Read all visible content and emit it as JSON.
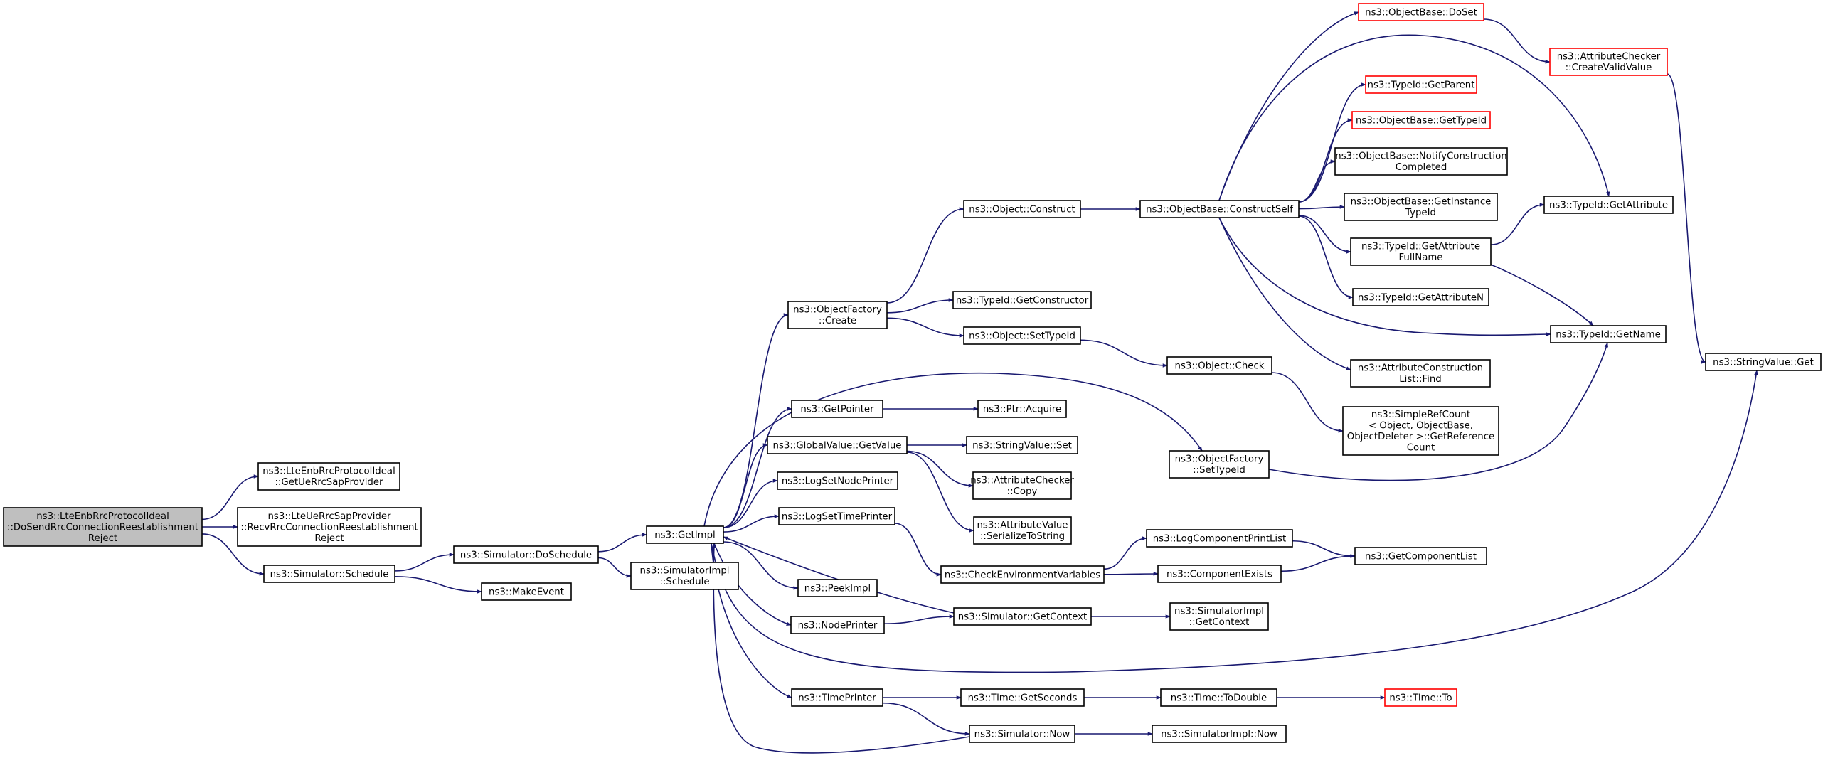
{
  "colors": {
    "edge": "#191970",
    "node_border": "#000000",
    "node_border_external": "#ff0000",
    "node_fill": "#ffffff",
    "root_fill": "#bfbfbf",
    "text": "#000000"
  },
  "nodes": [
    {
      "id": "root",
      "lines": [
        "ns3::LteEnbRrcProtocolIdeal",
        "::DoSendRrcConnectionReestablishment",
        "Reject"
      ],
      "role": "root"
    },
    {
      "id": "getUeRrcSapProvider",
      "lines": [
        "ns3::LteEnbRrcProtocolIdeal",
        "::GetUeRrcSapProvider"
      ]
    },
    {
      "id": "recvRrcConnReestReject",
      "lines": [
        "ns3::LteUeRrcSapProvider",
        "::RecvRrcConnectionReestablishment",
        "Reject"
      ]
    },
    {
      "id": "simSchedule",
      "lines": [
        "ns3::Simulator::Schedule"
      ]
    },
    {
      "id": "doSchedule",
      "lines": [
        "ns3::Simulator::DoSchedule"
      ]
    },
    {
      "id": "makeEvent",
      "lines": [
        "ns3::MakeEvent"
      ]
    },
    {
      "id": "getImpl",
      "lines": [
        "ns3::GetImpl"
      ]
    },
    {
      "id": "simImplSchedule",
      "lines": [
        "ns3::SimulatorImpl",
        "::Schedule"
      ]
    },
    {
      "id": "objFactoryCreate",
      "lines": [
        "ns3::ObjectFactory",
        "::Create"
      ]
    },
    {
      "id": "getPointer",
      "lines": [
        "ns3::GetPointer"
      ]
    },
    {
      "id": "globalValueGetValue",
      "lines": [
        "ns3::GlobalValue::GetValue"
      ]
    },
    {
      "id": "logSetNodePrinter",
      "lines": [
        "ns3::LogSetNodePrinter"
      ]
    },
    {
      "id": "logSetTimePrinter",
      "lines": [
        "ns3::LogSetTimePrinter"
      ]
    },
    {
      "id": "peekImpl",
      "lines": [
        "ns3::PeekImpl"
      ]
    },
    {
      "id": "nodePrinter",
      "lines": [
        "ns3::NodePrinter"
      ]
    },
    {
      "id": "timePrinter",
      "lines": [
        "ns3::TimePrinter"
      ]
    },
    {
      "id": "objConstruct",
      "lines": [
        "ns3::Object::Construct"
      ]
    },
    {
      "id": "typeIdGetConstructor",
      "lines": [
        "ns3::TypeId::GetConstructor"
      ]
    },
    {
      "id": "objSetTypeId",
      "lines": [
        "ns3::Object::SetTypeId"
      ]
    },
    {
      "id": "ptrAcquire",
      "lines": [
        "ns3::Ptr::Acquire"
      ]
    },
    {
      "id": "stringValueSet",
      "lines": [
        "ns3::StringValue::Set"
      ]
    },
    {
      "id": "attrCheckerCopy",
      "lines": [
        "ns3::AttributeChecker",
        "::Copy"
      ]
    },
    {
      "id": "attrValueSerialize",
      "lines": [
        "ns3::AttributeValue",
        "::SerializeToString"
      ]
    },
    {
      "id": "checkEnvVars",
      "lines": [
        "ns3::CheckEnvironmentVariables"
      ]
    },
    {
      "id": "simGetContext",
      "lines": [
        "ns3::Simulator::GetContext"
      ]
    },
    {
      "id": "timeGetSeconds",
      "lines": [
        "ns3::Time::GetSeconds"
      ]
    },
    {
      "id": "simNow",
      "lines": [
        "ns3::Simulator::Now"
      ]
    },
    {
      "id": "objBaseConstructSelf",
      "lines": [
        "ns3::ObjectBase::ConstructSelf"
      ]
    },
    {
      "id": "objCheck",
      "lines": [
        "ns3::Object::Check"
      ]
    },
    {
      "id": "objFactorySetTypeId",
      "lines": [
        "ns3::ObjectFactory",
        "::SetTypeId"
      ]
    },
    {
      "id": "logComponentPrintList",
      "lines": [
        "ns3::LogComponentPrintList"
      ]
    },
    {
      "id": "componentExists",
      "lines": [
        "ns3::ComponentExists"
      ]
    },
    {
      "id": "simImplGetContext",
      "lines": [
        "ns3::SimulatorImpl",
        "::GetContext"
      ]
    },
    {
      "id": "timeToDouble",
      "lines": [
        "ns3::Time::ToDouble"
      ]
    },
    {
      "id": "simImplNow",
      "lines": [
        "ns3::SimulatorImpl::Now"
      ]
    },
    {
      "id": "objBaseDoSet",
      "lines": [
        "ns3::ObjectBase::DoSet"
      ],
      "external": true
    },
    {
      "id": "typeIdGetParent",
      "lines": [
        "ns3::TypeId::GetParent"
      ],
      "external": true
    },
    {
      "id": "objBaseGetTypeId",
      "lines": [
        "ns3::ObjectBase::GetTypeId"
      ],
      "external": true
    },
    {
      "id": "objBaseNotifyConstructionCompleted",
      "lines": [
        "ns3::ObjectBase::NotifyConstruction",
        "Completed"
      ]
    },
    {
      "id": "objBaseGetInstanceTypeId",
      "lines": [
        "ns3::ObjectBase::GetInstance",
        "TypeId"
      ]
    },
    {
      "id": "typeIdGetAttributeFullName",
      "lines": [
        "ns3::TypeId::GetAttribute",
        "FullName"
      ]
    },
    {
      "id": "typeIdGetAttributeN",
      "lines": [
        "ns3::TypeId::GetAttributeN"
      ]
    },
    {
      "id": "attrConstructionListFind",
      "lines": [
        "ns3::AttributeConstruction",
        "List::Find"
      ]
    },
    {
      "id": "simpleRefCountGetRefCount",
      "lines": [
        "ns3::SimpleRefCount",
        "< Object, ObjectBase,",
        " ObjectDeleter >::GetReference",
        "Count"
      ]
    },
    {
      "id": "getComponentList",
      "lines": [
        "ns3::GetComponentList"
      ]
    },
    {
      "id": "timeTo",
      "lines": [
        "ns3::Time::To"
      ],
      "external": true
    },
    {
      "id": "attrCheckerCreateValidValue",
      "lines": [
        "ns3::AttributeChecker",
        "::CreateValidValue"
      ],
      "external": true
    },
    {
      "id": "typeIdGetAttribute",
      "lines": [
        "ns3::TypeId::GetAttribute"
      ]
    },
    {
      "id": "typeIdGetName",
      "lines": [
        "ns3::TypeId::GetName"
      ]
    },
    {
      "id": "stringValueGet",
      "lines": [
        "ns3::StringValue::Get"
      ]
    }
  ],
  "edges": [
    [
      "root",
      "getUeRrcSapProvider"
    ],
    [
      "root",
      "recvRrcConnReestReject"
    ],
    [
      "root",
      "simSchedule"
    ],
    [
      "simSchedule",
      "doSchedule"
    ],
    [
      "simSchedule",
      "makeEvent"
    ],
    [
      "doSchedule",
      "getImpl"
    ],
    [
      "doSchedule",
      "simImplSchedule"
    ],
    [
      "getImpl",
      "objFactoryCreate"
    ],
    [
      "getImpl",
      "getPointer"
    ],
    [
      "getImpl",
      "globalValueGetValue"
    ],
    [
      "getImpl",
      "logSetNodePrinter"
    ],
    [
      "getImpl",
      "logSetTimePrinter"
    ],
    [
      "getImpl",
      "peekImpl"
    ],
    [
      "getImpl",
      "nodePrinter"
    ],
    [
      "getImpl",
      "timePrinter"
    ],
    [
      "getImpl",
      "objFactorySetTypeId"
    ],
    [
      "getImpl",
      "stringValueGet"
    ],
    [
      "objFactoryCreate",
      "objConstruct"
    ],
    [
      "objFactoryCreate",
      "typeIdGetConstructor"
    ],
    [
      "objFactoryCreate",
      "objSetTypeId"
    ],
    [
      "getPointer",
      "ptrAcquire"
    ],
    [
      "globalValueGetValue",
      "stringValueSet"
    ],
    [
      "globalValueGetValue",
      "attrCheckerCopy"
    ],
    [
      "globalValueGetValue",
      "attrValueSerialize"
    ],
    [
      "logSetTimePrinter",
      "checkEnvVars"
    ],
    [
      "nodePrinter",
      "simGetContext"
    ],
    [
      "simGetContext",
      "getImpl"
    ],
    [
      "simGetContext",
      "simImplGetContext"
    ],
    [
      "timePrinter",
      "timeGetSeconds"
    ],
    [
      "timePrinter",
      "simNow"
    ],
    [
      "simNow",
      "getImpl"
    ],
    [
      "simNow",
      "simImplNow"
    ],
    [
      "timeGetSeconds",
      "timeToDouble"
    ],
    [
      "timeToDouble",
      "timeTo"
    ],
    [
      "objConstruct",
      "objBaseConstructSelf"
    ],
    [
      "objSetTypeId",
      "objCheck"
    ],
    [
      "objCheck",
      "simpleRefCountGetRefCount"
    ],
    [
      "objFactorySetTypeId",
      "typeIdGetName"
    ],
    [
      "checkEnvVars",
      "logComponentPrintList"
    ],
    [
      "checkEnvVars",
      "componentExists"
    ],
    [
      "logComponentPrintList",
      "getComponentList"
    ],
    [
      "componentExists",
      "getComponentList"
    ],
    [
      "objBaseConstructSelf",
      "objBaseDoSet"
    ],
    [
      "objBaseConstructSelf",
      "typeIdGetParent"
    ],
    [
      "objBaseConstructSelf",
      "objBaseGetTypeId"
    ],
    [
      "objBaseConstructSelf",
      "objBaseNotifyConstructionCompleted"
    ],
    [
      "objBaseConstructSelf",
      "objBaseGetInstanceTypeId"
    ],
    [
      "objBaseConstructSelf",
      "typeIdGetAttributeFullName"
    ],
    [
      "objBaseConstructSelf",
      "typeIdGetAttributeN"
    ],
    [
      "objBaseConstructSelf",
      "attrConstructionListFind"
    ],
    [
      "objBaseConstructSelf",
      "typeIdGetAttribute"
    ],
    [
      "objBaseConstructSelf",
      "typeIdGetName"
    ],
    [
      "objBaseDoSet",
      "attrCheckerCreateValidValue"
    ],
    [
      "typeIdGetAttributeFullName",
      "typeIdGetAttribute"
    ],
    [
      "typeIdGetAttributeFullName",
      "typeIdGetName"
    ],
    [
      "attrCheckerCreateValidValue",
      "stringValueGet"
    ]
  ]
}
